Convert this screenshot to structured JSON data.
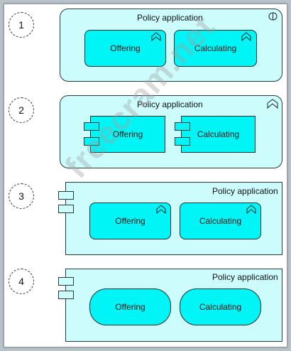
{
  "diagrams": [
    {
      "number": "1",
      "title": "Policy application",
      "children": [
        "Offering",
        "Calculating"
      ]
    },
    {
      "number": "2",
      "title": "Policy application",
      "children": [
        "Offering",
        "Calculating"
      ]
    },
    {
      "number": "3",
      "title": "Policy application",
      "children": [
        "Offering",
        "Calculating"
      ]
    },
    {
      "number": "4",
      "title": "Policy application",
      "children": [
        "Offering",
        "Calculating"
      ]
    }
  ],
  "watermark": "freecram.net",
  "colors": {
    "outer_fill": "#ccfcfc",
    "inner_fill": "#00f6f6"
  }
}
